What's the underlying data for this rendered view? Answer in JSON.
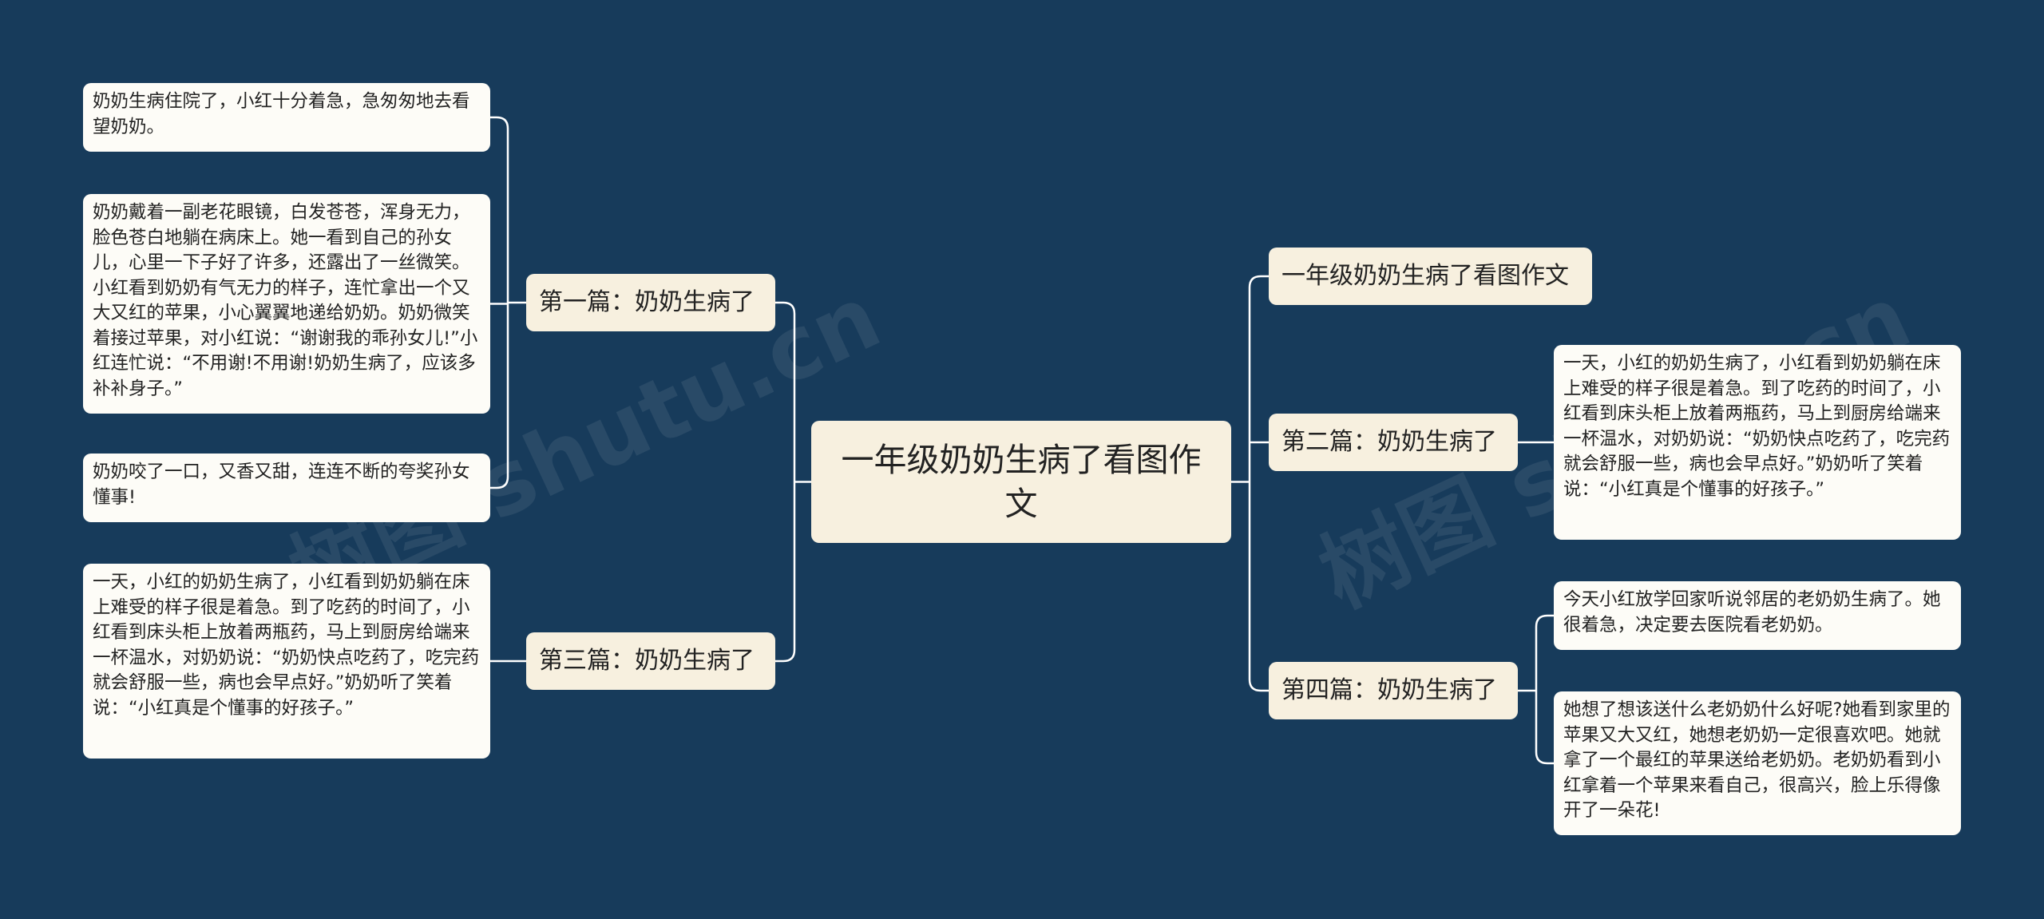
{
  "colors": {
    "background": "#173b5b",
    "line": "#ffffff",
    "root_fill": "#f7f0df",
    "branch_fill": "#f7f0df",
    "leaf_fill": "#fdfcf7"
  },
  "root": {
    "text": "一年级奶奶生病了看图作文"
  },
  "left_branches": [
    {
      "label": "第一篇：奶奶生病了",
      "leaves": [
        "奶奶生病住院了，小红十分着急，急匆匆地去看望奶奶。",
        "奶奶戴着一副老花眼镜，白发苍苍，浑身无力，脸色苍白地躺在病床上。她一看到自己的孙女儿，心里一下子好了许多，还露出了一丝微笑。小红看到奶奶有气无力的样子，连忙拿出一个又大又红的苹果，小心翼翼地递给奶奶。奶奶微笑着接过苹果，对小红说：“谢谢我的乖孙女儿!”小红连忙说：“不用谢!不用谢!奶奶生病了，应该多补补身子。”",
        "奶奶咬了一口，又香又甜，连连不断的夸奖孙女懂事!"
      ]
    },
    {
      "label": "第三篇：奶奶生病了",
      "leaves": [
        "一天，小红的奶奶生病了，小红看到奶奶躺在床上难受的样子很是着急。到了吃药的时间了，小红看到床头柜上放着两瓶药，马上到厨房给端来一杯温水，对奶奶说：“奶奶快点吃药了，吃完药就会舒服一些，病也会早点好。”奶奶听了笑着说：“小红真是个懂事的好孩子。”"
      ]
    }
  ],
  "right_branches": [
    {
      "label": "一年级奶奶生病了看图作文",
      "leaves": []
    },
    {
      "label": "第二篇：奶奶生病了",
      "leaves": [
        "一天，小红的奶奶生病了，小红看到奶奶躺在床上难受的样子很是着急。到了吃药的时间了，小红看到床头柜上放着两瓶药，马上到厨房给端来一杯温水，对奶奶说：“奶奶快点吃药了，吃完药就会舒服一些，病也会早点好。”奶奶听了笑着说：“小红真是个懂事的好孩子。”"
      ]
    },
    {
      "label": "第四篇：奶奶生病了",
      "leaves": [
        "今天小红放学回家听说邻居的老奶奶生病了。她很着急，决定要去医院看老奶奶。",
        "她想了想该送什么老奶奶什么好呢?她看到家里的苹果又大又红，她想老奶奶一定很喜欢吧。她就拿了一个最红的苹果送给老奶奶。老奶奶看到小红拿着一个苹果来看自己，很高兴，脸上乐得像开了一朵花!"
      ]
    }
  ],
  "watermarks": [
    "树图 shutu.cn",
    "树图 shutu.cn"
  ]
}
